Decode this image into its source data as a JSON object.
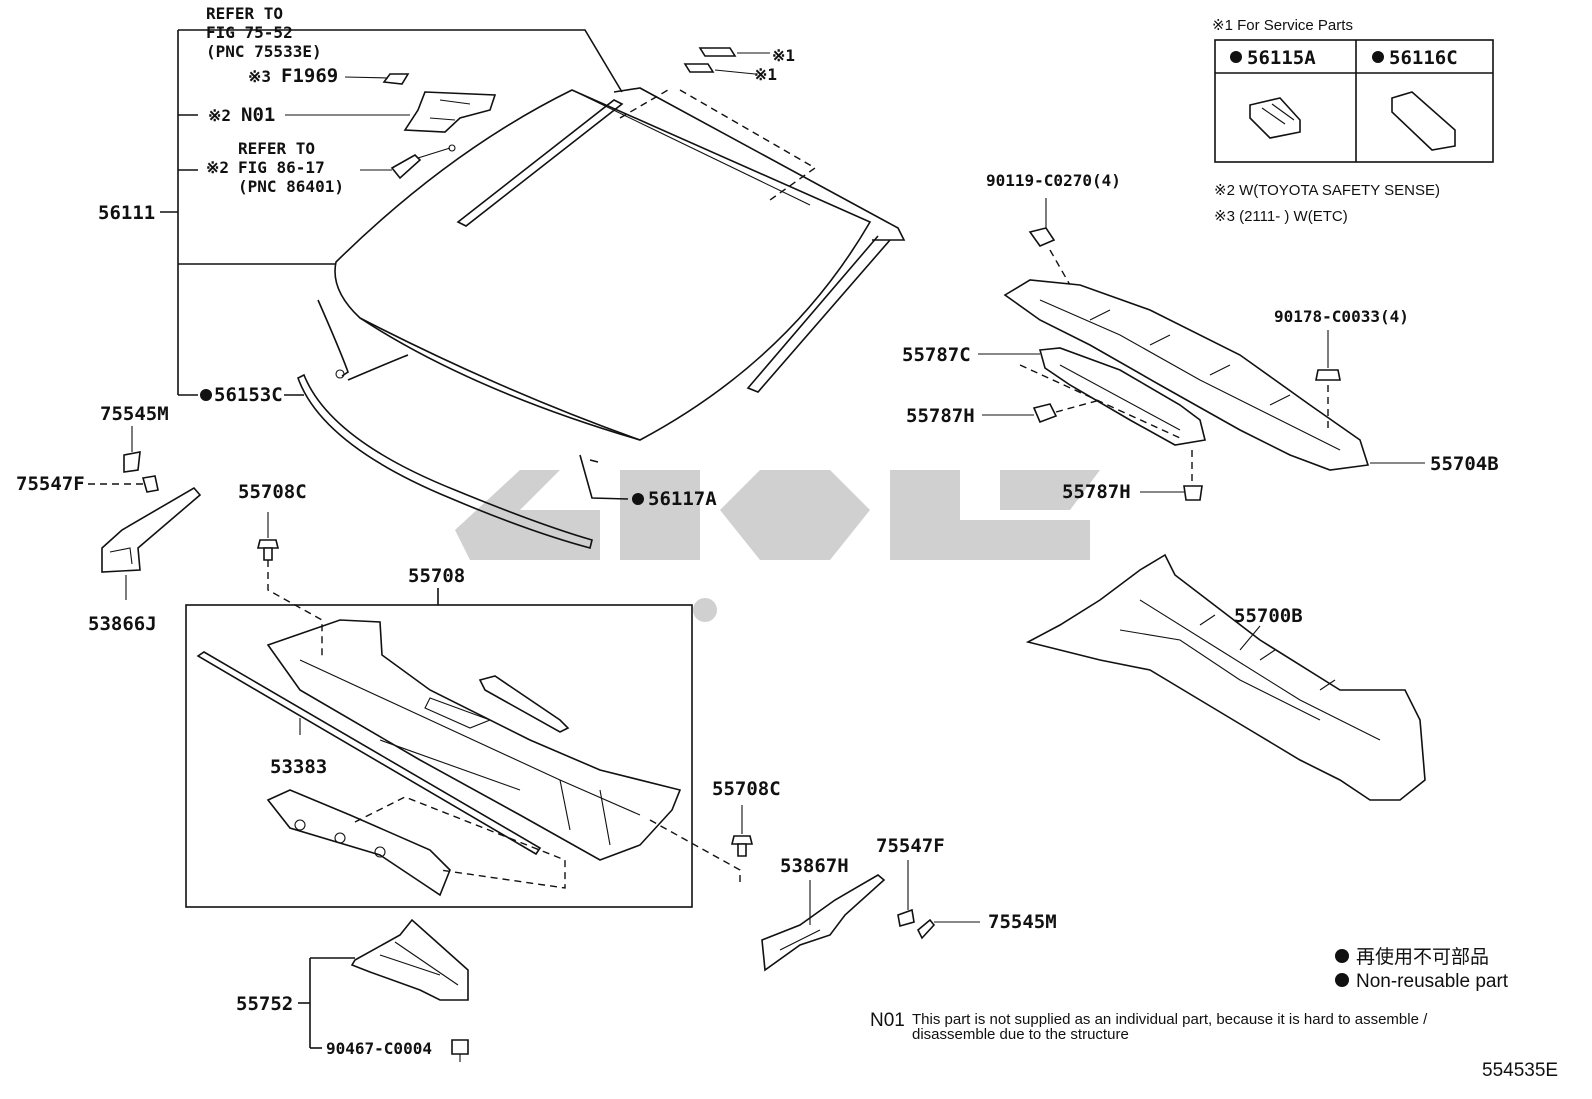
{
  "refs": {
    "refer_75_line1": "REFER TO",
    "refer_75_line2": "FIG 75-52",
    "refer_75_line3": "(PNC 75533E)",
    "refer_86_line1": "REFER TO",
    "refer_86_line2": "FIG 86-17",
    "refer_86_line3": "(PNC 86401)"
  },
  "labels": {
    "f1969": "F1969",
    "n01": "N01",
    "p56111": "56111",
    "p56153c": "56153C",
    "p56117a": "56117A",
    "p75545m_left": "75545M",
    "p75547f_left": "75547F",
    "p53866j": "53866J",
    "p55708c_top": "55708C",
    "p55708": "55708",
    "p53383": "53383",
    "p55708c_right": "55708C",
    "p53867h": "53867H",
    "p75547f_right": "75547F",
    "p75545m_right": "75545M",
    "p55752": "55752",
    "p90467": "90467-C0004",
    "p90119": "90119-C0270(4)",
    "p90178": "90178-C0033(4)",
    "p55787c": "55787C",
    "p55787h_1": "55787H",
    "p55787h_2": "55787H",
    "p55704b": "55704B",
    "p55700b": "55700B"
  },
  "marks": {
    "star1": "※1",
    "star2": "※2",
    "star3": "※3"
  },
  "service_box": {
    "title": "※1 For Service Parts",
    "col1": "56115A",
    "col2": "56116C"
  },
  "footnotes": {
    "note2": "※2 W(TOYOTA SAFETY SENSE)",
    "note3": "※3 (2111-      ) W(ETC)"
  },
  "legend": {
    "jp": "再使用不可部品",
    "en": "Non-reusable part"
  },
  "n01_note": {
    "code": "N01",
    "line1": "This part is not supplied as an individual part, because it is hard to assemble /",
    "line2": "disassemble due to the structure"
  },
  "figure_id": "554535E"
}
